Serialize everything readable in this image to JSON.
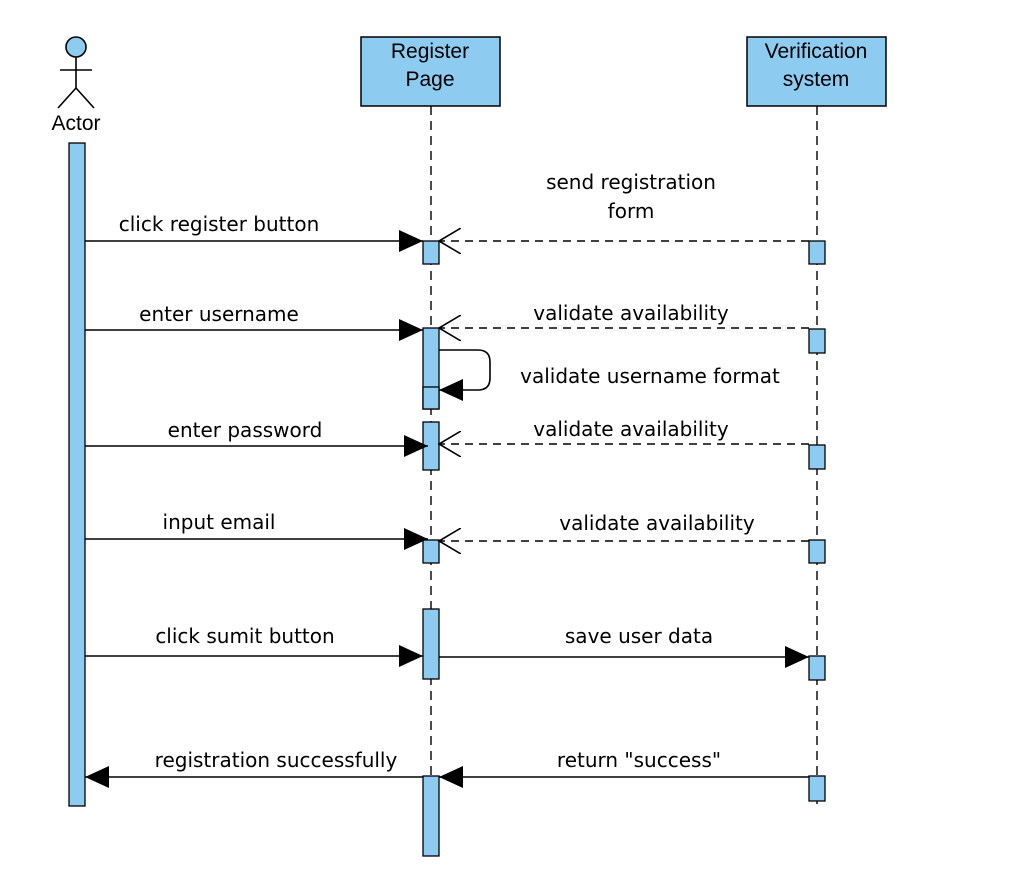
{
  "colors": {
    "fill": "#8ecbf0",
    "stroke": "#000000",
    "background": "#ffffff"
  },
  "participants": {
    "actor": {
      "label": "Actor",
      "icon": "stick-figure-icon"
    },
    "register_page": {
      "label_line1": "Register",
      "label_line2": "Page"
    },
    "verification_system": {
      "label_line1": "Verification",
      "label_line2": "system"
    }
  },
  "messages": {
    "click_register": "click register button",
    "send_form_line1": "send registration",
    "send_form_line2": "form",
    "enter_username": "enter username",
    "validate_availability_1": "validate availability",
    "validate_format": "validate username format",
    "enter_password": "enter password",
    "validate_availability_2": "validate availability",
    "input_email": "input email",
    "validate_availability_3": "validate availability",
    "click_submit": "click sumit button",
    "save_user_data": "save user data",
    "registration_success": "registration successfully",
    "return_success": "return \"success\""
  }
}
